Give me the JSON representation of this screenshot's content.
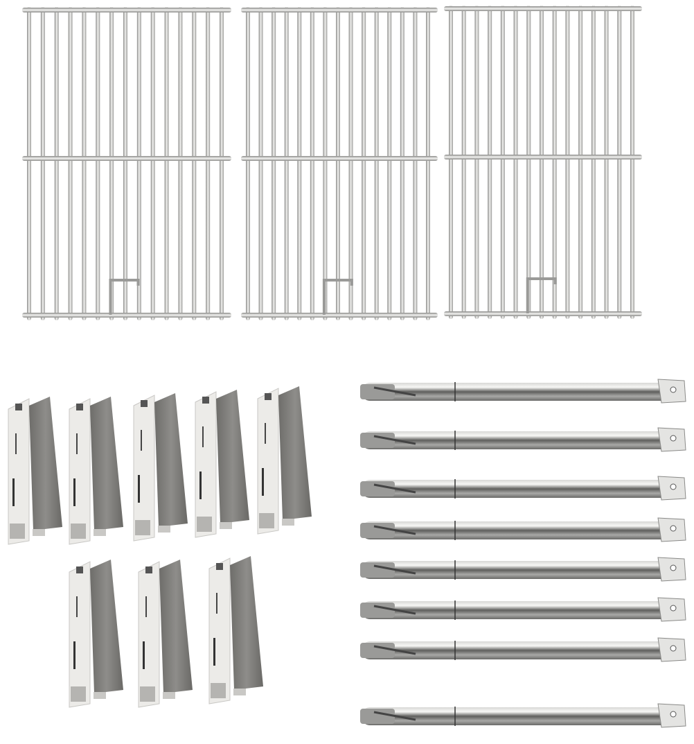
{
  "product_photo": {
    "background": "#ffffff",
    "colors": {
      "steel_light": "#e6e6e4",
      "steel_mid": "#b9b9b7",
      "steel_dark": "#6f6f6d",
      "plate_dark": "#7d7c79",
      "plate_light": "#e8e8e6"
    },
    "parts": [
      {
        "name": "cooking-grate"
      },
      {
        "name": "heat-plate"
      },
      {
        "name": "pipe-burner"
      }
    ]
  }
}
